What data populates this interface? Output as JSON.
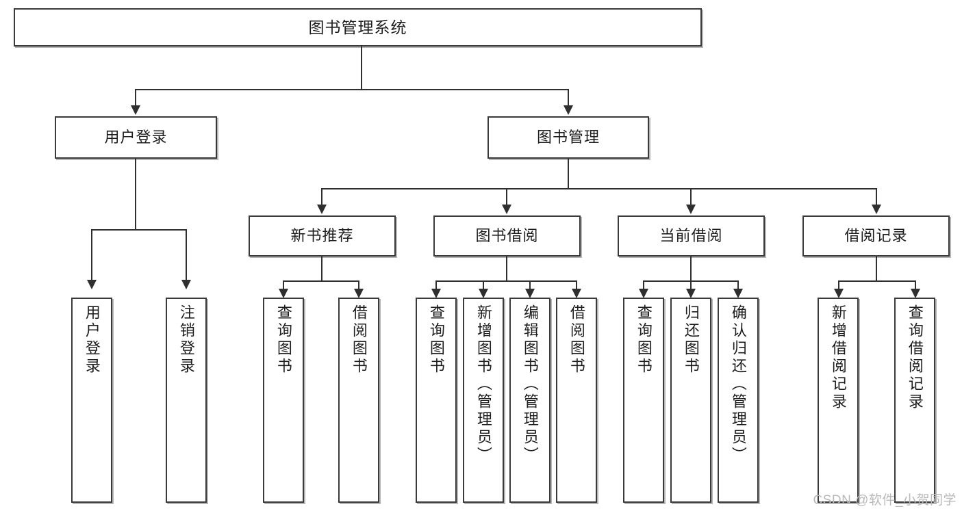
{
  "diagram": {
    "title": "图书管理系统",
    "type": "tree",
    "watermark": "CSDN @软件_小贺同学",
    "colors": {
      "box_border": "#3a3a3a",
      "connector": "#2f2f2f",
      "background": "#ffffff",
      "text": "#1d1d1d",
      "watermark": "#b9b9b9"
    },
    "nodes": {
      "root": {
        "label": "图书管理系统",
        "level": 1
      },
      "level2": [
        {
          "id": "user-login",
          "label": "用户登录"
        },
        {
          "id": "book-manage",
          "label": "图书管理"
        }
      ],
      "level3": [
        {
          "id": "new-book-rec",
          "label": "新书推荐",
          "parent": "book-manage"
        },
        {
          "id": "book-borrow",
          "label": "图书借阅",
          "parent": "book-manage"
        },
        {
          "id": "current-borrow",
          "label": "当前借阅",
          "parent": "book-manage"
        },
        {
          "id": "borrow-record",
          "label": "借阅记录",
          "parent": "book-manage"
        }
      ],
      "leaves": {
        "user-login": [
          {
            "id": "leaf-user-login",
            "label": "用户登录"
          },
          {
            "id": "leaf-user-logout",
            "label": "注销登录"
          }
        ],
        "new-book-rec": [
          {
            "id": "leaf-query-book-1",
            "label": "查询图书"
          },
          {
            "id": "leaf-borrow-book-1",
            "label": "借阅图书"
          }
        ],
        "book-borrow": [
          {
            "id": "leaf-query-book-2",
            "label": "查询图书"
          },
          {
            "id": "leaf-add-book",
            "label": "新增图书（管理员）"
          },
          {
            "id": "leaf-edit-book",
            "label": "编辑图书（管理员）"
          },
          {
            "id": "leaf-borrow-book-2",
            "label": "借阅图书"
          }
        ],
        "current-borrow": [
          {
            "id": "leaf-query-book-3",
            "label": "查询图书"
          },
          {
            "id": "leaf-return-book",
            "label": "归还图书"
          },
          {
            "id": "leaf-confirm-return",
            "label": "确认归还（管理员）"
          }
        ],
        "borrow-record": [
          {
            "id": "leaf-add-record",
            "label": "新增借阅记录"
          },
          {
            "id": "leaf-query-record",
            "label": "查询借阅记录"
          }
        ]
      }
    }
  }
}
